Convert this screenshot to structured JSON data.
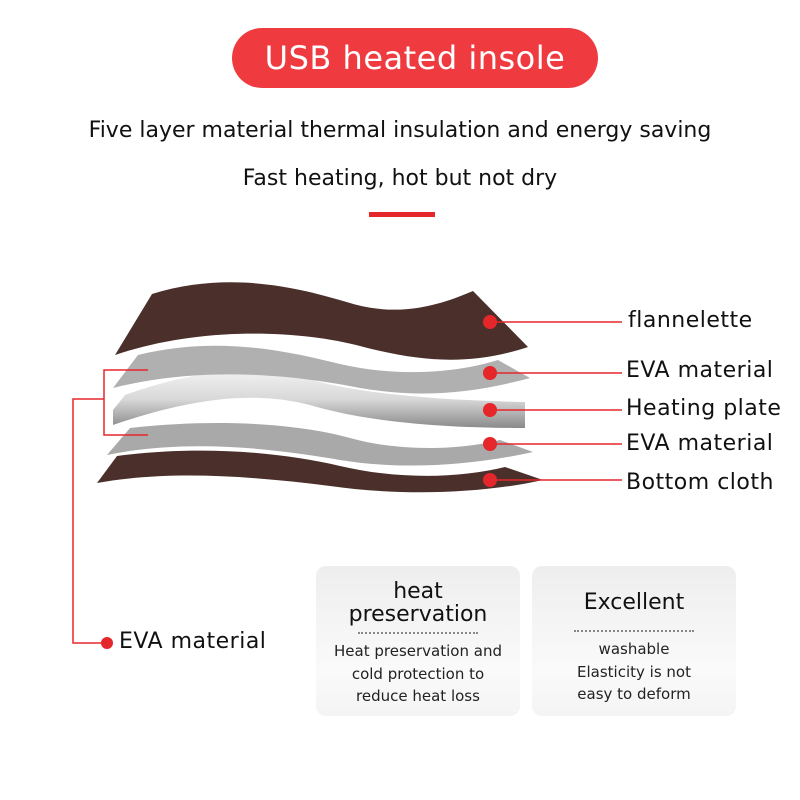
{
  "title": "USB heated insole",
  "subtitle1": "Five layer material thermal insulation and energy saving",
  "subtitle2": "Fast heating, hot but not dry",
  "layers": [
    "flannelette",
    "EVA material",
    "Heating plate",
    "EVA material",
    "Bottom cloth"
  ],
  "bracket_label": "EVA material",
  "cards": [
    {
      "heading1": "heat",
      "heading2": "preservation",
      "lines": [
        "Heat preservation and",
        "cold protection to",
        "reduce heat loss"
      ]
    },
    {
      "heading1": "Excellent",
      "lines": [
        "washable",
        "Elasticity is not",
        "easy to deform"
      ]
    }
  ],
  "colors": {
    "accent": "#ef3b40",
    "brown": "#4a2f2a",
    "gray": "#a8a8a8"
  }
}
